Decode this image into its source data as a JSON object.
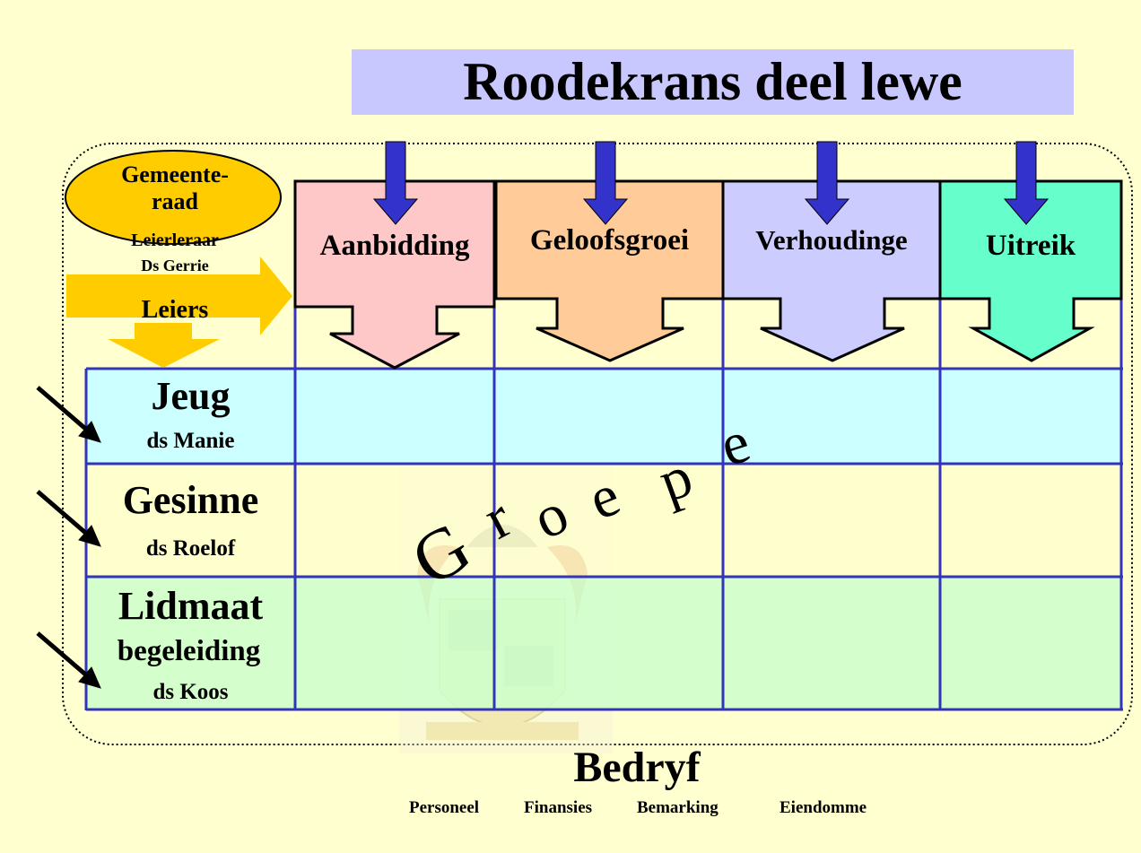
{
  "title": "Roodekrans deel lewe",
  "leadership": {
    "council": "Gemeente-\nraad",
    "council_line1": "Gemeente-",
    "council_line2": "raad",
    "role": "Leierleraar",
    "name": "Ds Gerrie",
    "leaders": "Leiers"
  },
  "columns": [
    {
      "label": "Aanbidding",
      "color": "#ffc8c8"
    },
    {
      "label": "Geloofsgroei",
      "color": "#ffcc99"
    },
    {
      "label": "Verhoudinge",
      "color": "#ccccff"
    },
    {
      "label": "Uitreik",
      "color": "#66ffcc"
    }
  ],
  "rows": [
    {
      "name": "Jeug",
      "leader": "ds Manie",
      "color": "#ccffff"
    },
    {
      "name": "Gesinne",
      "leader": "ds Roelof",
      "color": "#ffffcc"
    },
    {
      "name": "Lidmaat",
      "name_line2": "begeleiding",
      "leader": "ds Koos",
      "color": "#ccffcc"
    }
  ],
  "groups_label": "Groepe",
  "groups_letters": [
    "G",
    "r",
    "o",
    "e",
    "p",
    "e"
  ],
  "footer": {
    "title": "Bedryf",
    "items": [
      "Personeel",
      "Finansies",
      "Bemarking",
      "Eiendomme"
    ]
  },
  "colors": {
    "background": "#ffffd0",
    "title_band": "#c8c8ff",
    "grid_line": "#3333bb",
    "down_arrow": "#3333cc",
    "leader_shape": "#ffcc00"
  }
}
